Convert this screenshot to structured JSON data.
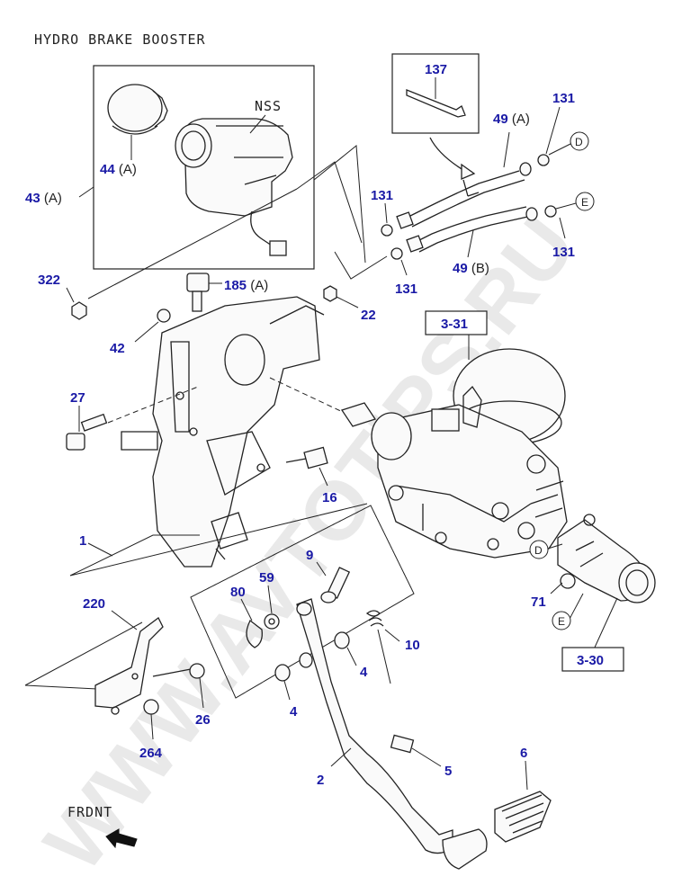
{
  "diagram": {
    "title": "HYDRO BRAKE BOOSTER",
    "watermark": "WWW.AVTOTIPS.RU",
    "front_label": "FRDNT",
    "colors": {
      "label": "#1a1aa6",
      "line": "#222222",
      "watermark": "#d8d8d8"
    },
    "callouts": {
      "c44": "44",
      "c44s": "(A)",
      "c43": "43",
      "c43s": "(A)",
      "nss": "NSS",
      "c137": "137",
      "c131a": "131",
      "c131b": "131",
      "c131c": "131",
      "c131d": "131",
      "c49a": "49",
      "c49as": "(A)",
      "c49b": "49",
      "c49bs": "(B)",
      "c322": "322",
      "c185": "185",
      "c185s": "(A)",
      "c22": "22",
      "c42": "42",
      "c27": "27",
      "c16": "16",
      "c1": "1",
      "c9": "9",
      "c59": "59",
      "c80": "80",
      "c220": "220",
      "c10": "10",
      "c4a": "4",
      "c4b": "4",
      "c26": "26",
      "c264": "264",
      "c2": "2",
      "c5": "5",
      "c6": "6",
      "c71": "71"
    },
    "refs": {
      "r331": "3-31",
      "r330": "3-30"
    },
    "circles": {
      "d1": "D",
      "e1": "E",
      "d2": "D",
      "e2": "E"
    }
  }
}
